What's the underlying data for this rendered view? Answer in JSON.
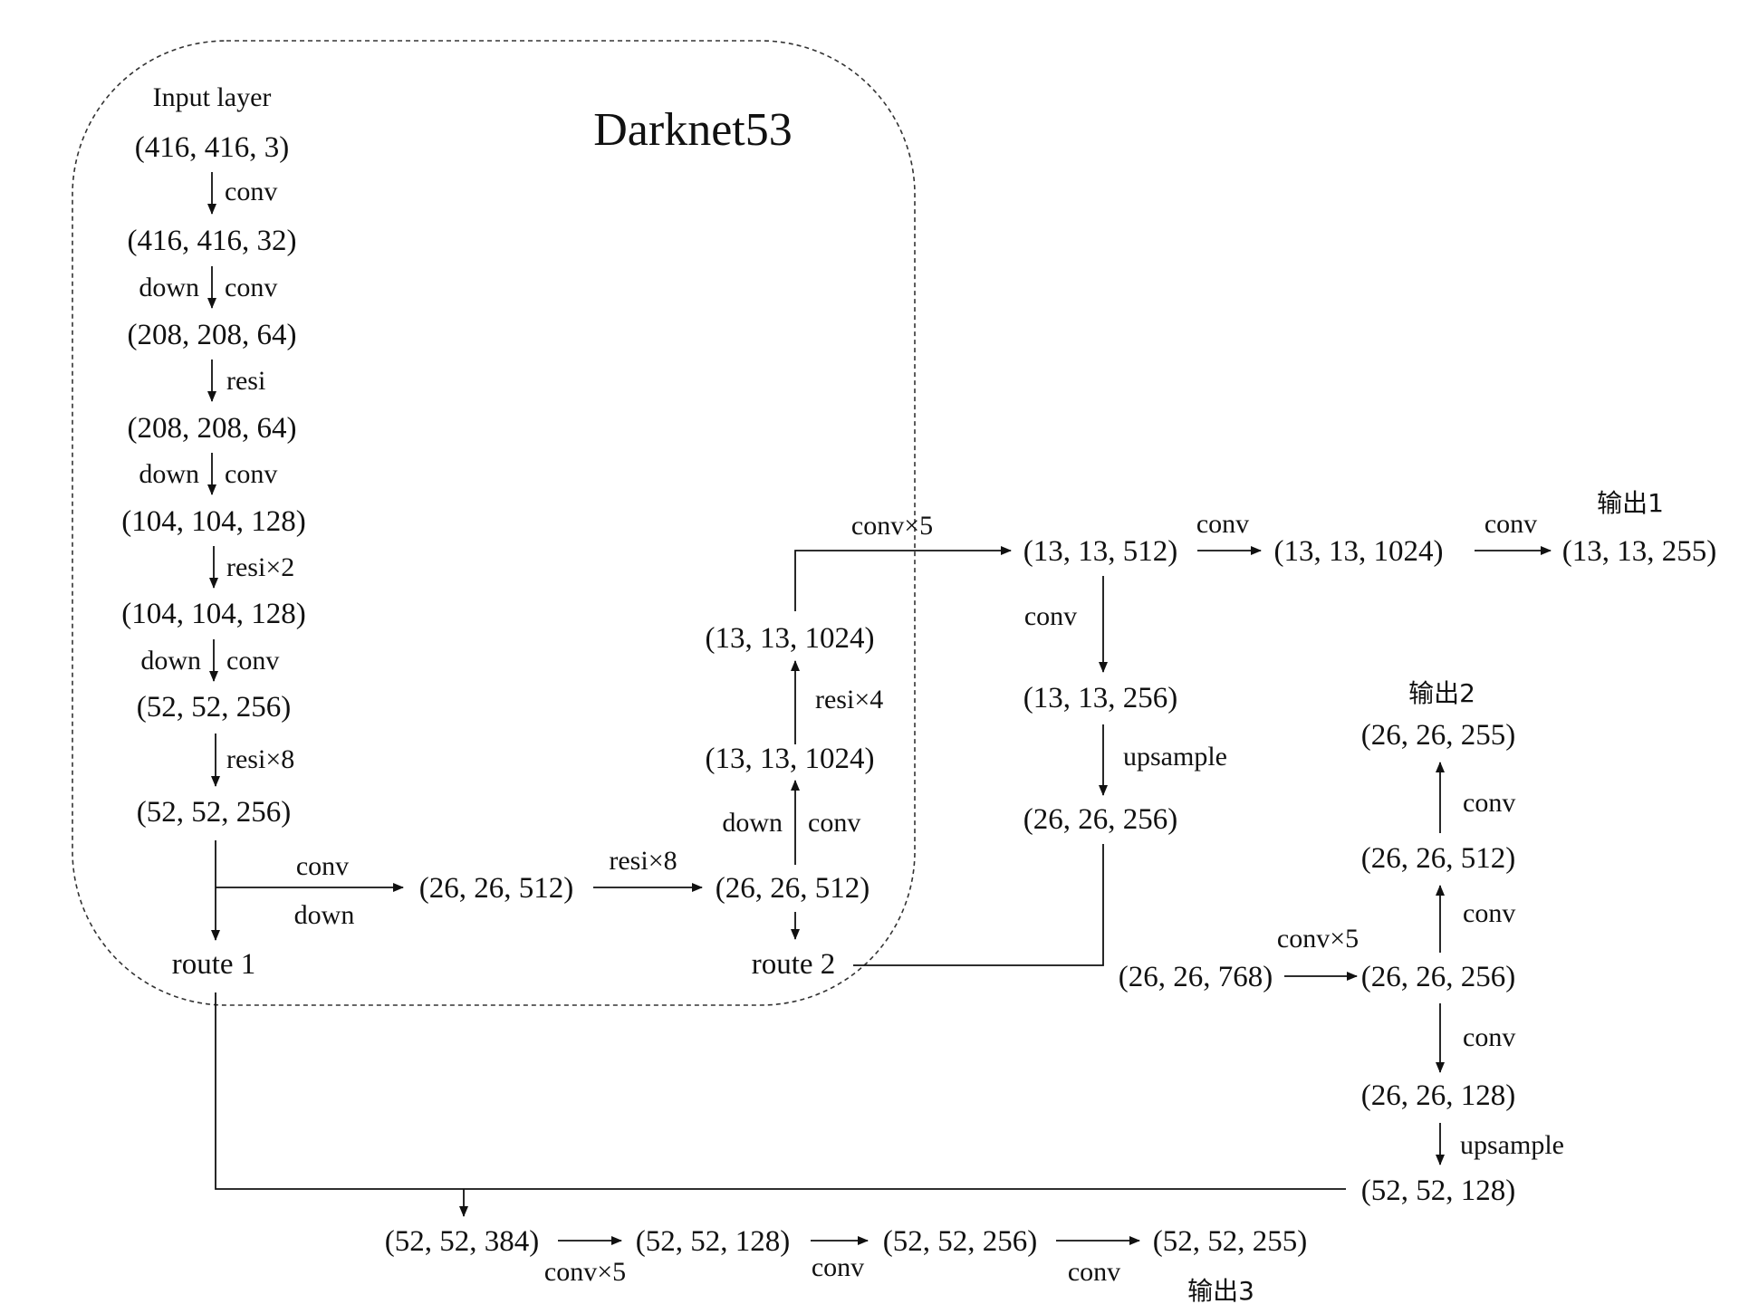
{
  "title": "Darknet53",
  "input_label": "Input layer",
  "nodes": {
    "n416_3": "(416, 416, 3)",
    "n416_32": "(416, 416, 32)",
    "n208_64_a": "(208, 208, 64)",
    "n208_64_b": "(208, 208, 64)",
    "n104_128_a": "(104, 104, 128)",
    "n104_128_b": "(104, 104, 128)",
    "n52_256_a": "(52, 52, 256)",
    "n52_256_b": "(52, 52, 256)",
    "route1": "route 1",
    "n26_512_a": "(26, 26, 512)",
    "n26_512_b": "(26, 26, 512)",
    "route2": "route 2",
    "n13_1024_a": "(13, 13, 1024)",
    "n13_1024_b": "(13, 13, 1024)",
    "n13_512": "(13, 13, 512)",
    "n13_1024_c": "(13, 13, 1024)",
    "n13_255": "(13, 13, 255)",
    "n13_256": "(13, 13, 256)",
    "n26_256_a": "(26, 26, 256)",
    "n26_768": "(26, 26, 768)",
    "n26_256_b": "(26, 26, 256)",
    "n26_512_c": "(26, 26, 512)",
    "n26_255": "(26, 26, 255)",
    "n26_128": "(26, 26, 128)",
    "n52_128_a": "(52, 52, 128)",
    "n52_384": "(52, 52, 384)",
    "n52_128_b": "(52, 52, 128)",
    "n52_256_c": "(52, 52, 256)",
    "n52_255": "(52, 52, 255)"
  },
  "edges": {
    "conv": "conv",
    "down": "down",
    "resi": "resi",
    "resi2": "resi×2",
    "resi4": "resi×4",
    "resi8": "resi×8",
    "conv5": "conv×5",
    "upsample": "upsample"
  },
  "outputs": {
    "out1": "输出1",
    "out2": "输出2",
    "out3": "输出3"
  }
}
